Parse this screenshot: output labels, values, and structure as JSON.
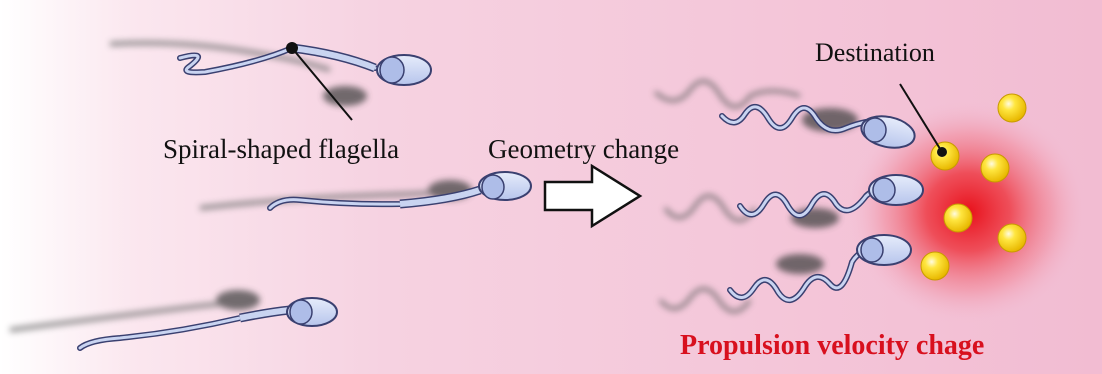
{
  "labels": {
    "flagella": "Spiral-shaped flagella",
    "geometry": "Geometry change",
    "destination": "Destination",
    "velocity": "Propulsion velocity chage"
  },
  "colors": {
    "background_left": "#ffffff",
    "background_right": "#f2bcd2",
    "sperm_fill": "#c9d4f1",
    "sperm_outline": "#3a4070",
    "target_glow": "#e8101a",
    "particle": "#f5d400",
    "velocity_text": "#d8101e",
    "shadow": "#555555"
  },
  "icons": {
    "arrow": "right-arrow-icon",
    "particle": "yellow-sphere-icon",
    "cell": "sperm-cell-icon"
  }
}
